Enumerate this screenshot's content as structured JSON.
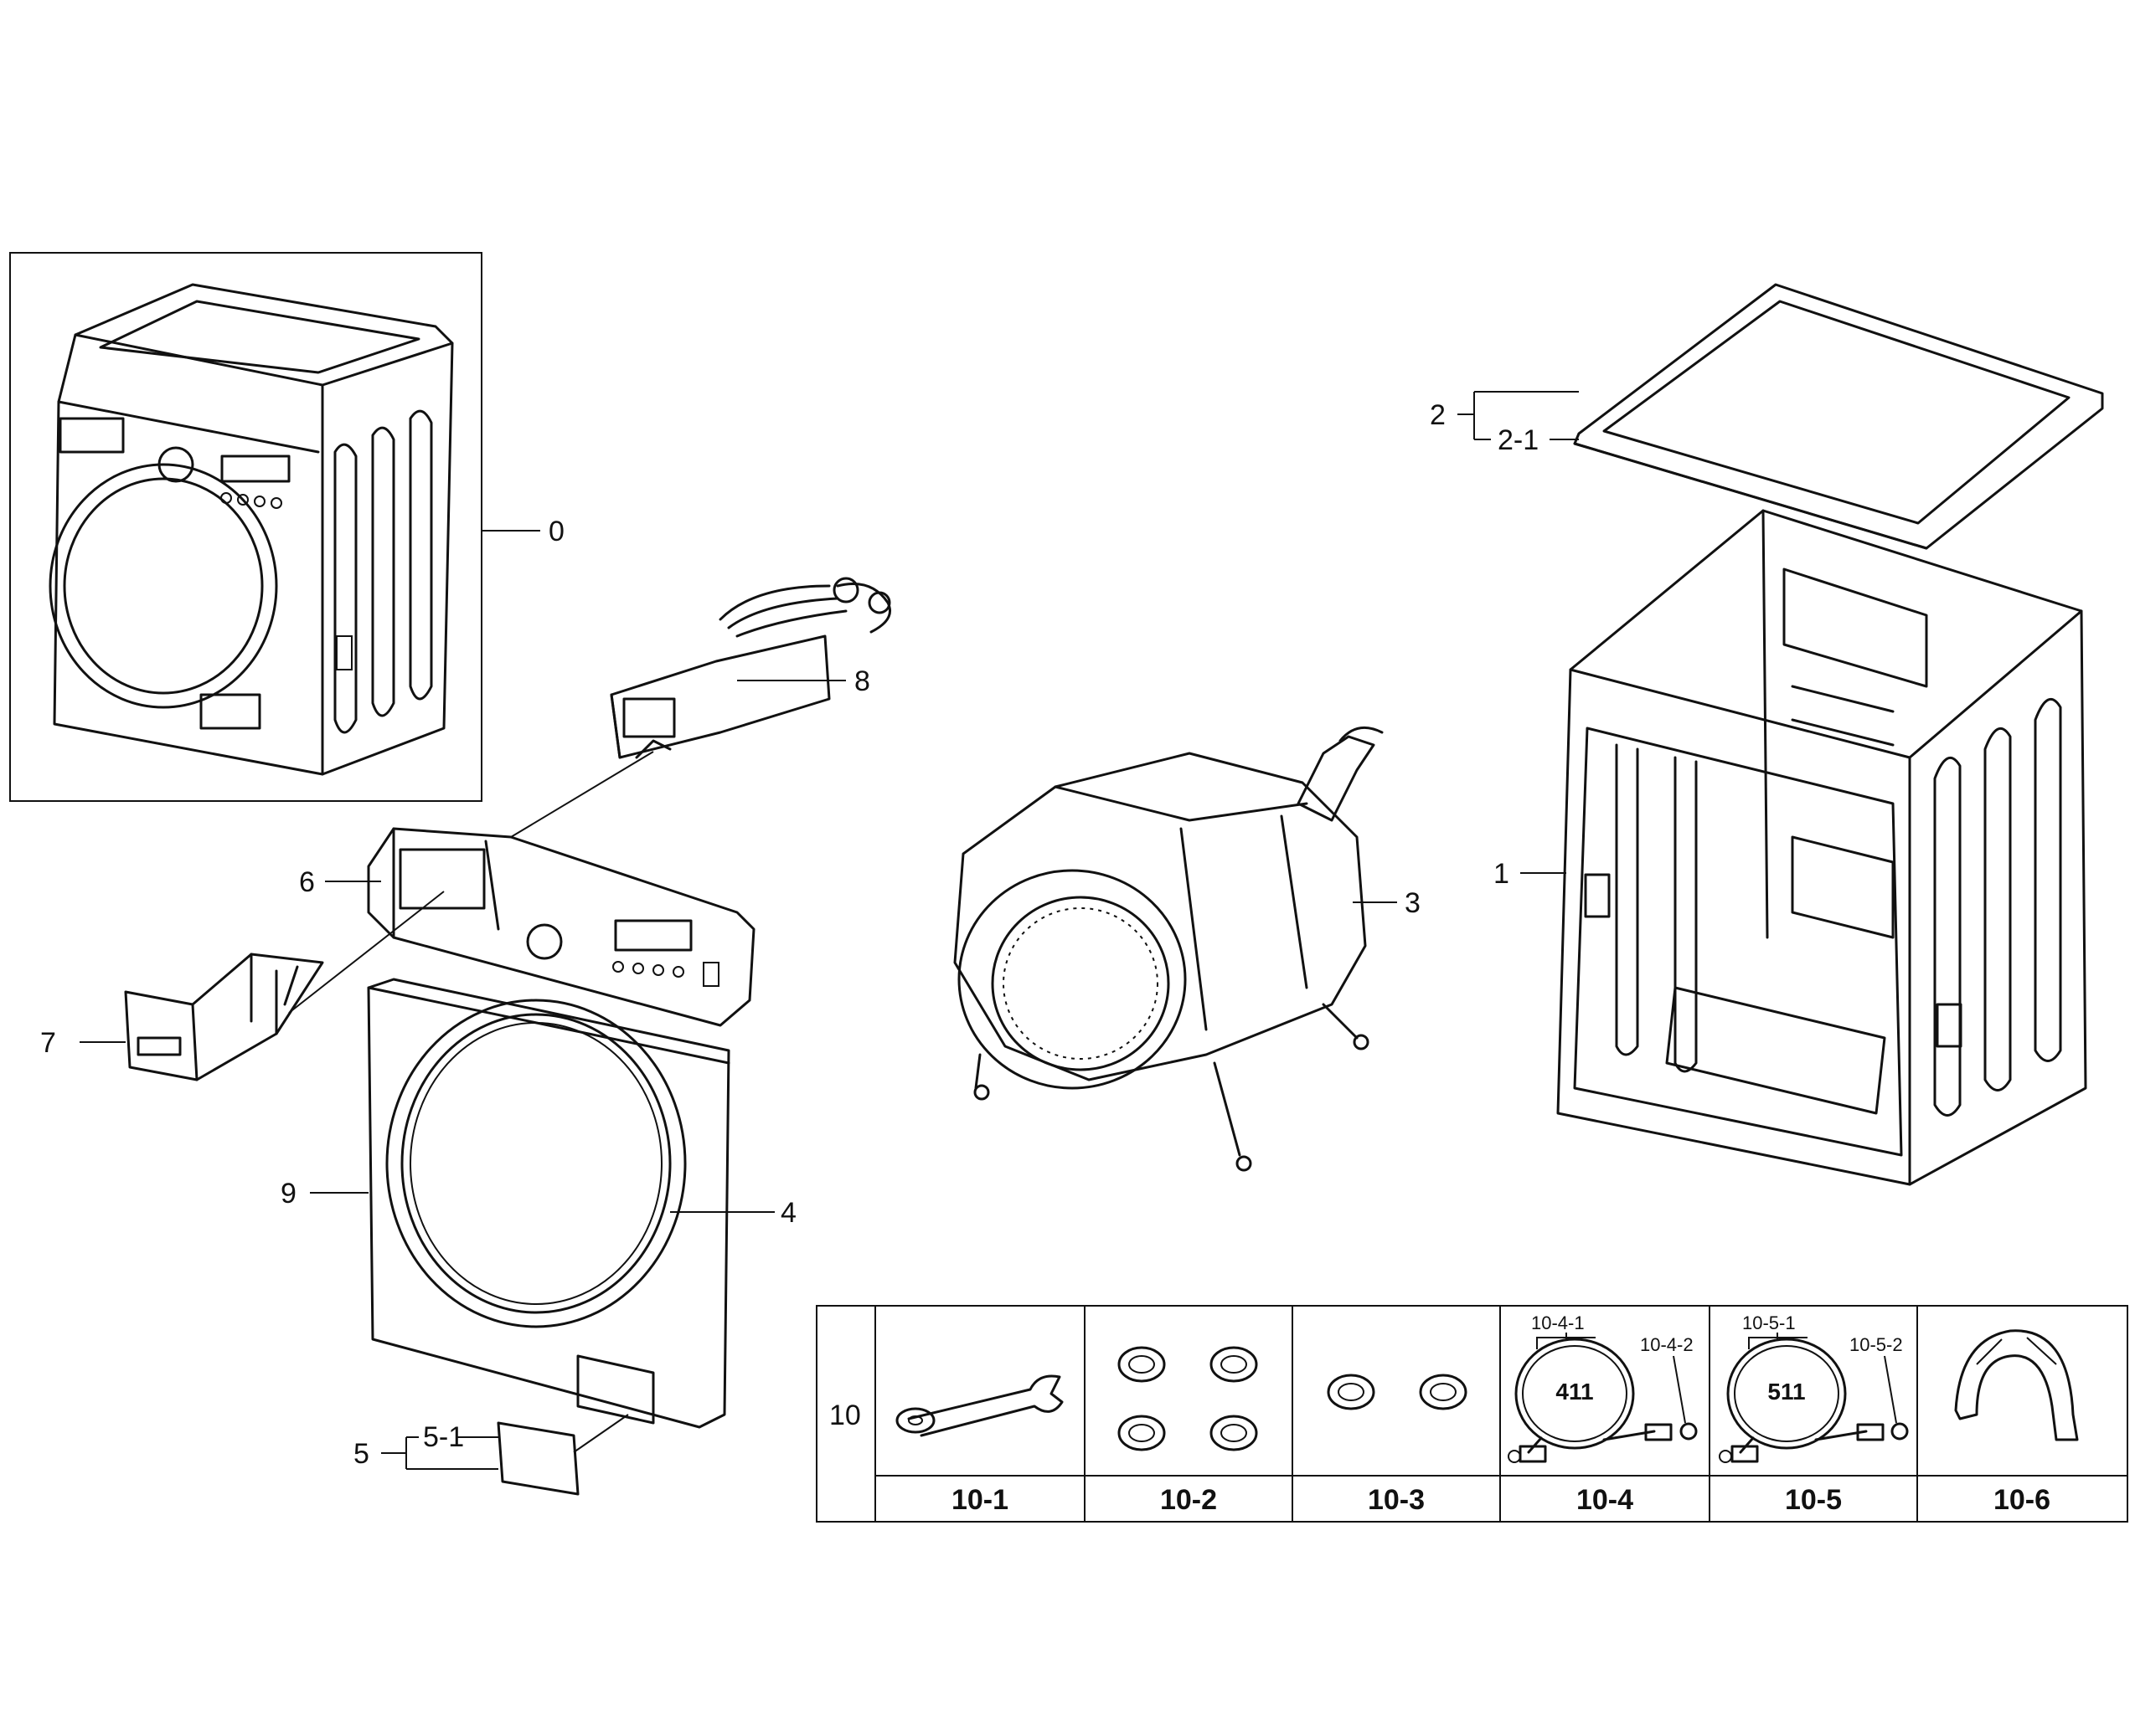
{
  "callouts": {
    "c0": "0",
    "c1": "1",
    "c2": "2",
    "c2_1": "2-1",
    "c3": "3",
    "c4": "4",
    "c5": "5",
    "c5_1": "5-1",
    "c6": "6",
    "c7": "7",
    "c8": "8",
    "c9": "9"
  },
  "accessories": {
    "group_label": "10",
    "items": [
      {
        "code": "10-1"
      },
      {
        "code": "10-2"
      },
      {
        "code": "10-3"
      },
      {
        "code": "10-4",
        "sub_a": "10-4-1",
        "sub_b": "10-4-2",
        "marking": "411"
      },
      {
        "code": "10-5",
        "sub_a": "10-5-1",
        "sub_b": "10-5-2",
        "marking": "511"
      },
      {
        "code": "10-6"
      }
    ]
  }
}
